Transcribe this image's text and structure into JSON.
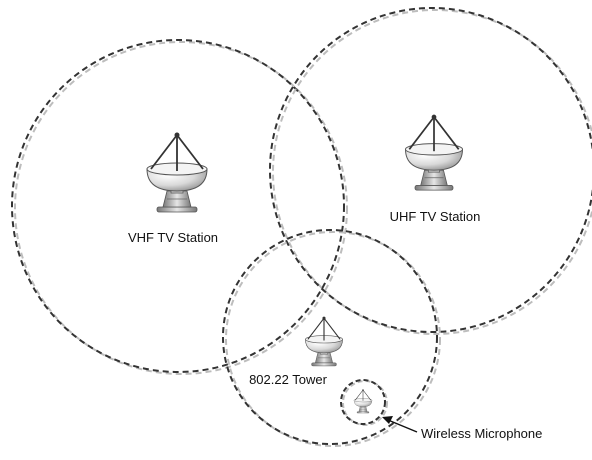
{
  "labels": {
    "vhf": "VHF TV Station",
    "uhf": "UHF TV Station",
    "tower": "802.22 Tower",
    "mic": "Wireless Microphone"
  },
  "icons": {
    "vhf": "satellite-dish-icon",
    "uhf": "satellite-dish-icon",
    "tower": "satellite-dish-icon",
    "mic": "satellite-dish-icon"
  },
  "colors": {
    "boundary": "#333333",
    "boundary_shadow": "#bdbdbd"
  }
}
